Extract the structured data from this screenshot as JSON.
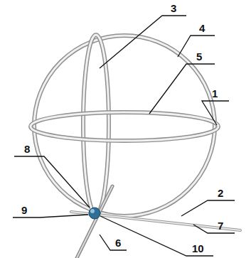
{
  "diagram": {
    "labels": [
      "3",
      "4",
      "5",
      "1",
      "2",
      "8",
      "7",
      "9",
      "10",
      "6"
    ]
  }
}
